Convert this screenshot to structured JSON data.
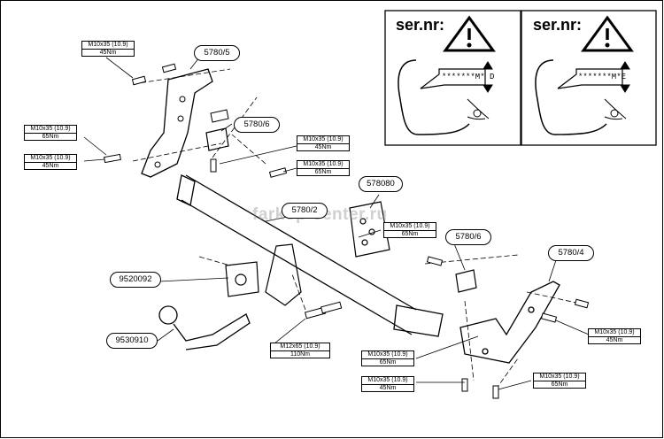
{
  "watermark": "farkop-center.ru",
  "serial_panels": [
    {
      "title": "ser.nr:",
      "code": "*******M* D"
    },
    {
      "title": "ser.nr:",
      "code": "*******M*E"
    }
  ],
  "parts": {
    "p5780_5": "5780/5",
    "p5780_6_left": "5780/6",
    "p5780_2": "5780/2",
    "p578080": "578080",
    "p5780_6_right": "5780/6",
    "p5780_4": "5780/4",
    "p9520092": "9520092",
    "p9530910": "9530910"
  },
  "bolts": [
    {
      "spec": "M10x35 (10.9)",
      "torque": "45Nm"
    },
    {
      "spec": "M10x35 (10.9)",
      "torque": "65Nm"
    },
    {
      "spec": "M10x35 (10.9)",
      "torque": "45Nm"
    },
    {
      "spec": "M10x35 (10.9)",
      "torque": "45Nm"
    },
    {
      "spec": "M10x35 (10.9)",
      "torque": "65Nm"
    },
    {
      "spec": "M10x35 (10.9)",
      "torque": "65Nm"
    },
    {
      "spec": "M12x65 (10.9)",
      "torque": "110Nm"
    },
    {
      "spec": "M10x35 (10.9)",
      "torque": "65Nm"
    },
    {
      "spec": "M10x35 (10.9)",
      "torque": "45Nm"
    },
    {
      "spec": "M10x35 (10.9)",
      "torque": "45Nm"
    },
    {
      "spec": "M10x35 (10.9)",
      "torque": "65Nm"
    }
  ],
  "colors": {
    "line": "#000000",
    "watermark": "#969696"
  }
}
